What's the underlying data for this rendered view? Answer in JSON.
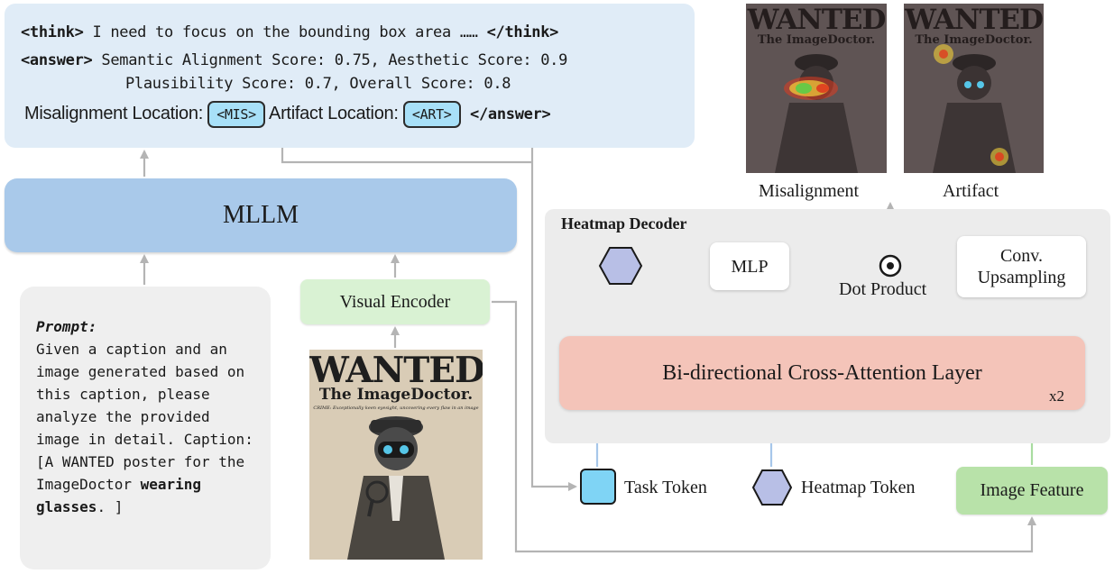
{
  "answer": {
    "line1": {
      "think_open": "<think>",
      "think_text": "I need to focus on the bounding box area ……",
      "think_close": "</think>"
    },
    "line2": {
      "answer_open": "<answer>",
      "scores_a": "Semantic Alignment Score: 0.75, Aesthetic Score: 0.9"
    },
    "line3": {
      "scores_b": "Plausibility Score: 0.7, Overall Score: 0.8"
    },
    "line4": {
      "mis_label": "Misalignment Location:",
      "mis_token": "<MIS>",
      "art_label": "Artifact Location:",
      "art_token": "<ART>",
      "answer_close": "</answer>"
    }
  },
  "mllm": {
    "label": "MLLM"
  },
  "prompt": {
    "title": "Prompt:",
    "body": "Given a caption and an image generated based on this caption, please analyze the provided image in detail. Caption: [A WANTED poster for the ImageDoctor ",
    "bold": "wearing glasses",
    "tail": ". ]"
  },
  "visual_encoder": {
    "label": "Visual Encoder"
  },
  "poster": {
    "headline": "WANTED",
    "subtitle": "The ImageDoctor.",
    "crime": "CRIME: Exceptionally keen eyesight, uncovering every flaw in an image"
  },
  "heatmaps": {
    "misalignment_label": "Misalignment",
    "artifact_label": "Artifact"
  },
  "decoder": {
    "title": "Heatmap Decoder",
    "mlp": "MLP",
    "dot_product": "Dot Product",
    "conv_line1": "Conv.",
    "conv_line2": "Upsampling",
    "cross_attention": "Bi-directional Cross-Attention Layer",
    "repeat": "x2"
  },
  "inputs": {
    "task_token": "Task Token",
    "heatmap_token": "Heatmap Token",
    "image_feature": "Image Feature"
  },
  "colors": {
    "answer_bg": "#e0ecf7",
    "mllm_bg": "#a9c9ea",
    "token_bg": "#a8e0f8",
    "heatmap_token": "#b8bfe6",
    "cross_attn_bg": "#f4c4b9",
    "image_feature_bg": "#b8e2a9",
    "visual_encoder_bg": "#d9f2d3",
    "arrow_gray": "#b4b4b4",
    "arrow_blue": "#a7c7ea",
    "arrow_green": "#a9dca0"
  }
}
